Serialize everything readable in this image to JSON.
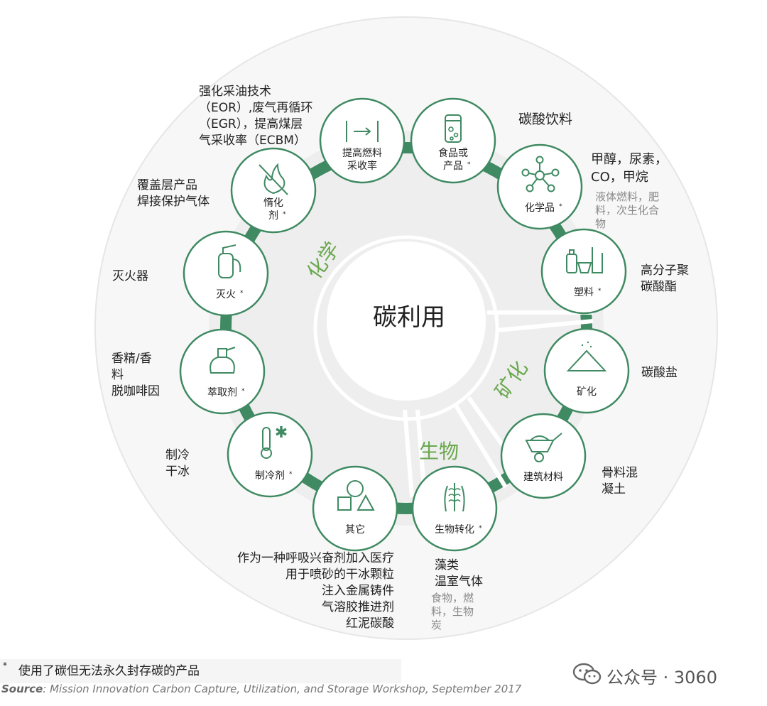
{
  "center_label": "碳利用",
  "sectors": {
    "chemical": "化学",
    "mineral": "矿化",
    "biological": "生物"
  },
  "nodes": [
    {
      "key": "eor",
      "label": [
        "提高燃料",
        "采收率"
      ],
      "icon": "arrow-bars-icon",
      "star": false
    },
    {
      "key": "food",
      "label": [
        "食品或",
        "产品"
      ],
      "icon": "soda-can-icon",
      "star": true
    },
    {
      "key": "chemicals",
      "label": [
        "化学品"
      ],
      "icon": "molecule-icon",
      "star": true
    },
    {
      "key": "plastics",
      "label": [
        "塑料"
      ],
      "icon": "plastic-bottles-icon",
      "star": true
    },
    {
      "key": "mineralization",
      "label": [
        "矿化"
      ],
      "icon": "sand-pile-icon",
      "star": false
    },
    {
      "key": "construction",
      "label": [
        "建筑材料"
      ],
      "icon": "wheelbarrow-icon",
      "star": false
    },
    {
      "key": "bio",
      "label": [
        "生物转化"
      ],
      "icon": "seaweed-icon",
      "star": true
    },
    {
      "key": "other",
      "label": [
        "其它"
      ],
      "icon": "shapes-icon",
      "star": false
    },
    {
      "key": "refrigerant",
      "label": [
        "制冷剂"
      ],
      "icon": "thermometer-snowflake-icon",
      "star": true
    },
    {
      "key": "extractant",
      "label": [
        "萃取剂"
      ],
      "icon": "spray-bottle-icon",
      "star": true
    },
    {
      "key": "fire",
      "label": [
        "灭火"
      ],
      "icon": "fire-extinguisher-icon",
      "star": true
    },
    {
      "key": "inert",
      "label": [
        "惰化",
        "剂"
      ],
      "icon": "no-fire-icon",
      "star": true
    }
  ],
  "labels": {
    "eor": [
      "强化采油技术",
      "（EOR）,废气再循环",
      "（EGR），提高煤层",
      "气采收率（ECBM）"
    ],
    "food": [
      "碳酸饮料"
    ],
    "chemicals": [
      "甲醇，尿素，",
      "CO，甲烷"
    ],
    "chemicals_sub": [
      "液体燃料，肥",
      "料，次生化合",
      "物"
    ],
    "plastics": [
      "高分子聚",
      "碳酸酯"
    ],
    "mineralization": [
      "碳酸盐"
    ],
    "construction": [
      "骨料混",
      "凝土"
    ],
    "bio": [
      "藻类",
      "温室气体"
    ],
    "bio_sub": [
      "食物，燃",
      "料，生物",
      "炭"
    ],
    "other": [
      "作为一种呼吸兴奋剂加入医疗",
      "用于喷砂的干冰颗粒",
      "注入金属铸件",
      "气溶胶推进剂",
      "红泥碳酸"
    ],
    "refrigerant": [
      "制冷",
      "干冰"
    ],
    "extractant": [
      "香精/香",
      "料",
      "脱咖啡因"
    ],
    "fire": [
      "灭火器"
    ],
    "inert": [
      "覆盖层产品",
      "焊接保护气体"
    ]
  },
  "footnote": {
    "mark": "*",
    "text": "使用了碳但无法永久封存碳的产品"
  },
  "source": {
    "label": "Source",
    "text": ": Mission Innovation Carbon Capture, Utilization, and Storage Workshop, September 2017"
  },
  "watermark": "公众号 · 3060",
  "colors": {
    "ring": "#3f8a62",
    "node_border": "#3f8a62",
    "sector": "#6aa84f",
    "disk": "#f0f0f0",
    "outer_disk": "#f7f7f7"
  }
}
